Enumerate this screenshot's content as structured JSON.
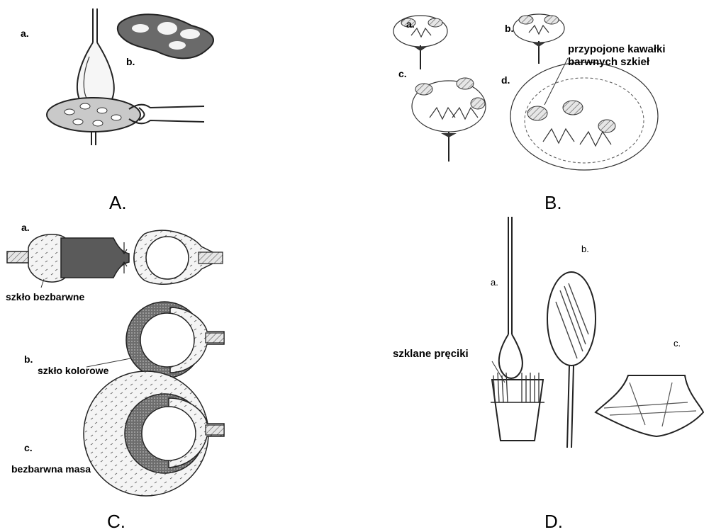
{
  "panels": {
    "A": {
      "caption": "A.",
      "steps": {
        "a": "a.",
        "b": "b."
      }
    },
    "B": {
      "caption": "B.",
      "steps": {
        "a": "a.",
        "b": "b.",
        "c": "c.",
        "d": "d."
      },
      "annotations": {
        "colored_pieces_line1": "przypojone kawałki",
        "colored_pieces_line2": "barwnych szkieł"
      }
    },
    "C": {
      "caption": "C.",
      "steps": {
        "a": "a.",
        "b": "b.",
        "c": "c."
      },
      "annotations": {
        "colorless_glass": "szkło bezbarwne",
        "colored_glass": "szkło kolorowe",
        "colorless_mass": "bezbarwna masa"
      }
    },
    "D": {
      "caption": "D.",
      "steps": {
        "a": "a.",
        "b": "b.",
        "c": "c."
      },
      "annotations": {
        "glass_rods": "szklane pręciki"
      }
    }
  },
  "colors": {
    "ink": "#222222",
    "hatch_fill": "#bdbdbd",
    "dark_fill": "#5a5a5a",
    "background": "#ffffff"
  }
}
